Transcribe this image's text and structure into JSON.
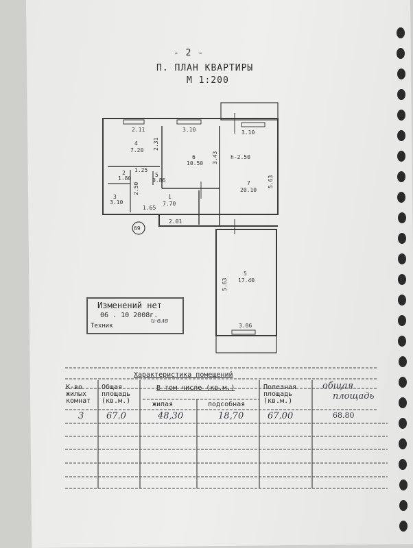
{
  "header": {
    "page_number": "- 2 -",
    "section_title": "П.  ПЛАН КВАРТИРЫ",
    "scale": "М  1:200"
  },
  "plan": {
    "ceiling_height": "h-2.50",
    "apartment_number": "69",
    "rooms": [
      {
        "number": "4",
        "area": "7.20"
      },
      {
        "number": "6",
        "area": "10.50"
      },
      {
        "number": "7",
        "area": "20.10"
      },
      {
        "number": "1",
        "area": "7.70"
      },
      {
        "number": "5",
        "area": "17.40"
      },
      {
        "number": "2",
        "area": "1.80"
      },
      {
        "number": "3",
        "area": "3.10"
      },
      {
        "number": "5",
        "area": "0.86"
      }
    ],
    "dimensions": [
      "2.11",
      "3.10",
      "3.10",
      "2.31",
      "3.43",
      "5.63",
      "1.65",
      "2.01",
      "2.50",
      "1.25",
      "5.63",
      "3.06"
    ]
  },
  "stamp": {
    "title": "Изменений нет",
    "date": "06 . 10  2008г.",
    "technician_label": "Техник",
    "signature": "и-влв"
  },
  "table": {
    "title": "Характеристика помещений",
    "headers": {
      "rooms_count": [
        "К-во",
        "жилых",
        "комнат"
      ],
      "total_area": [
        "Общая",
        "площадь",
        "(кв.м.)"
      ],
      "including": "В том числе (кв.м.)",
      "living": "жилая",
      "auxiliary": "подсобная",
      "useful_area": [
        "Полезная",
        "площадь",
        "(кв.м.)"
      ],
      "handwritten_total": [
        "общая",
        "площадь"
      ]
    },
    "row": {
      "rooms_count": "3",
      "total_area": "67.0",
      "living": "48,30",
      "auxiliary": "18,70",
      "useful_area": "67.00",
      "total_handwritten": "68.80"
    }
  }
}
